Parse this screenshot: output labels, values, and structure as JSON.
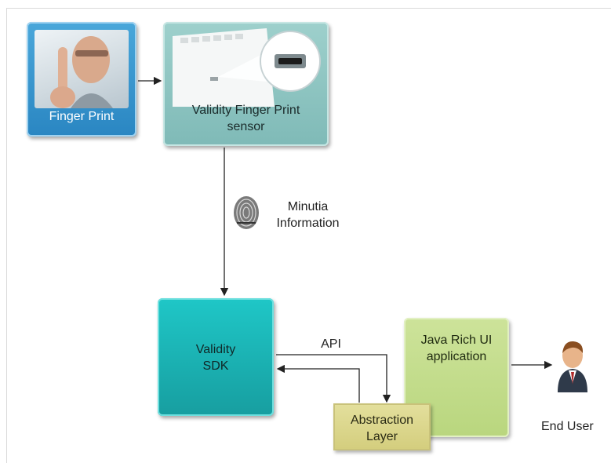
{
  "nodes": {
    "finger_print": {
      "label": "Finger Print"
    },
    "sensor": {
      "label": "Validity Finger Print sensor"
    },
    "sdk": {
      "label": "Validity SDK"
    },
    "java_app": {
      "label": "Java Rich UI application"
    },
    "abstraction": {
      "label": "Abstraction Layer"
    },
    "end_user": {
      "label": "End User"
    }
  },
  "edge_labels": {
    "minutia": "Minutia Information",
    "api": "API"
  },
  "icons": {
    "finger_photo": "finger-touching-screen-photo",
    "sensor_photo": "laptop-fingerprint-sensor-photo",
    "fingerprint": "fingerprint-icon",
    "user": "user-icon"
  },
  "colors": {
    "finger_print": "#2a86c2",
    "sensor": "#7fbab7",
    "sdk": "#179ea0",
    "java_app": "#b9d67e",
    "abstraction": "#d4ce7e"
  }
}
